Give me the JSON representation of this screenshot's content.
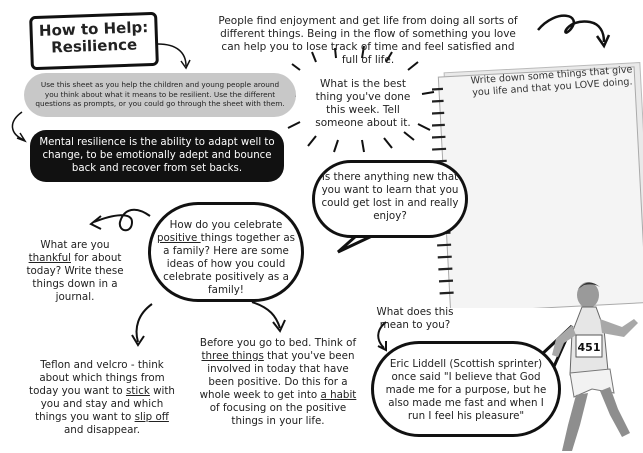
{
  "title": {
    "line1": "How to Help:",
    "line2": "Resilience"
  },
  "intro": "People find enjoyment and get life from doing all sorts of different things. Being in the flow of something you love can help you to lose track of time and feel satisfied and full of life.",
  "guide_note": "Use this sheet as you help the children and young people around you think about what it means to be resilient. Use the different questions as prompts, or you could go through the sheet with them.",
  "definition": "Mental resilience is the ability to adapt well to change, to be emotionally adept and bounce back and recover from set backs.",
  "best_thing": "What is the best thing you've done this week. Tell someone about it.",
  "notebook_prompt": "Write down some things that give you life and that you LOVE doing.",
  "learn": "Is there anything new that you want to learn that you could get lost in and really enjoy?",
  "celebrate": {
    "pre": "How do you celebrate ",
    "u1": "positive ",
    "post": "things together as a family? Here are some ideas of how you could celebrate positively as a family!"
  },
  "thankful": {
    "pre": "What are you ",
    "u1": "thankful",
    "post": " for about today? Write these things down in a journal."
  },
  "teflon": {
    "pre": "Teflon and velcro - think about which things from today you want to ",
    "u1": "stick",
    "mid": " with you and stay and which things you want to ",
    "u2": "slip off",
    "post": " and disappear."
  },
  "bedtime": {
    "pre": "Before you go to bed. Think of ",
    "u1": "three things",
    "mid": " that you've been involved in today that have been positive. Do this for a whole week to get into ",
    "u2": "a habit",
    "post": " of focusing on the positive things in your life."
  },
  "meaning": "What does this mean to you?",
  "liddell": "Eric Liddell (Scottish sprinter) once said \"I believe that God made me for a purpose, but he also made me fast and when I run I feel his pleasure\"",
  "runner_bib": "451"
}
